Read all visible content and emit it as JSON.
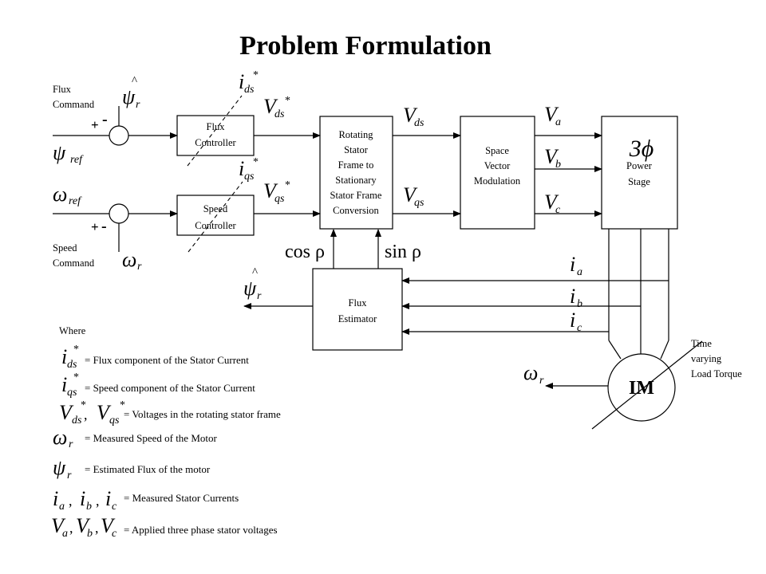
{
  "title": "Problem Formulation",
  "labels": {
    "flux_command": [
      "Flux",
      "Command"
    ],
    "speed_command": [
      "Speed",
      "Command"
    ],
    "flux_controller": [
      "Flux",
      "Controller"
    ],
    "speed_controller": [
      "Speed",
      "Controller"
    ],
    "rotating_frame": [
      "Rotating",
      "Stator",
      "Frame to",
      "Stationary",
      "Stator Frame",
      "Conversion"
    ],
    "svm": [
      "Space",
      "Vector",
      "Modulation"
    ],
    "power_stage": [
      "Power",
      "Stage"
    ],
    "power_symbol": "3ϕ",
    "flux_estimator": [
      "Flux",
      "Estimator"
    ],
    "motor": "IM",
    "load_torque": [
      "Time",
      "varying",
      "Load Torque"
    ],
    "plus": "+",
    "minus": "-"
  },
  "symbols": {
    "psi": "ψ",
    "omega": "ω",
    "hat": "^",
    "star": "*",
    "i": "i",
    "V": "V",
    "sub_r": "r",
    "sub_ref": "ref",
    "sub_ds": "ds",
    "sub_qs": "qs",
    "sub_a": "a",
    "sub_b": "b",
    "sub_c": "c",
    "cos_rho": "cos ρ",
    "sin_rho": "sin ρ",
    "comma": ","
  },
  "legend": {
    "where": "Where",
    "ids": "=  Flux component of the Stator Current",
    "iqs": "=  Speed component of the Stator Current",
    "v": "=  Voltages in the rotating stator frame",
    "w": "=  Measured Speed of the Motor",
    "psi": "=  Estimated Flux of the motor",
    "iabc": "=  Measured Stator Currents",
    "vabc": "=  Applied three phase stator voltages"
  }
}
